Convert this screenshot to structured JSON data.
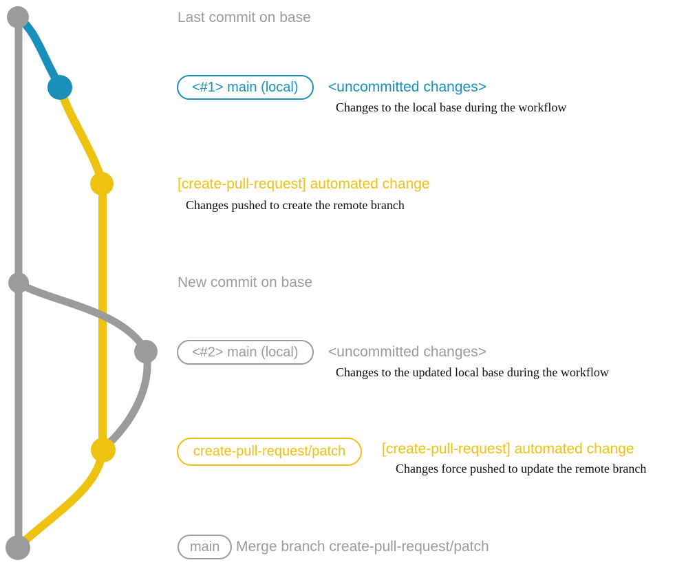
{
  "colors": {
    "gray": "#9b9b9b",
    "blue": "#1a8fb9",
    "yellow": "#edc211",
    "caption": "#0c0c0c",
    "background": "#ffffff"
  },
  "milestones": {
    "last_commit_on_base": "Last commit on base",
    "new_commit_on_base": "New commit on base"
  },
  "rows": {
    "main1": {
      "badge": "<#1> main (local)",
      "status": "<uncommitted changes>",
      "caption": "Changes to the local base during the workflow"
    },
    "cpr1": {
      "heading": "[create-pull-request] automated change",
      "caption": "Changes pushed to create the remote branch"
    },
    "main2": {
      "badge": "<#2> main (local)",
      "status": "<uncommitted changes>",
      "caption": "Changes to the updated local base during the workflow"
    },
    "cpr2": {
      "badge": "create-pull-request/patch",
      "heading": "[create-pull-request] automated change",
      "caption": "Changes force pushed to update the remote branch"
    },
    "merge": {
      "badge": "main",
      "message": "Merge branch create-pull-request/patch"
    }
  },
  "graph": {
    "branches": [
      {
        "name": "base",
        "color_key": "gray"
      },
      {
        "name": "main-local",
        "color_key": "blue"
      },
      {
        "name": "create-pull-request/patch",
        "color_key": "yellow"
      }
    ],
    "commits": [
      {
        "name": "last-commit-on-base",
        "color_key": "gray"
      },
      {
        "name": "main-local-1-uncommitted",
        "color_key": "blue"
      },
      {
        "name": "automated-change-1",
        "color_key": "yellow"
      },
      {
        "name": "new-commit-on-base",
        "color_key": "gray"
      },
      {
        "name": "main-local-2-uncommitted",
        "color_key": "gray"
      },
      {
        "name": "automated-change-2",
        "color_key": "yellow"
      },
      {
        "name": "merge-commit",
        "color_key": "gray"
      }
    ]
  }
}
